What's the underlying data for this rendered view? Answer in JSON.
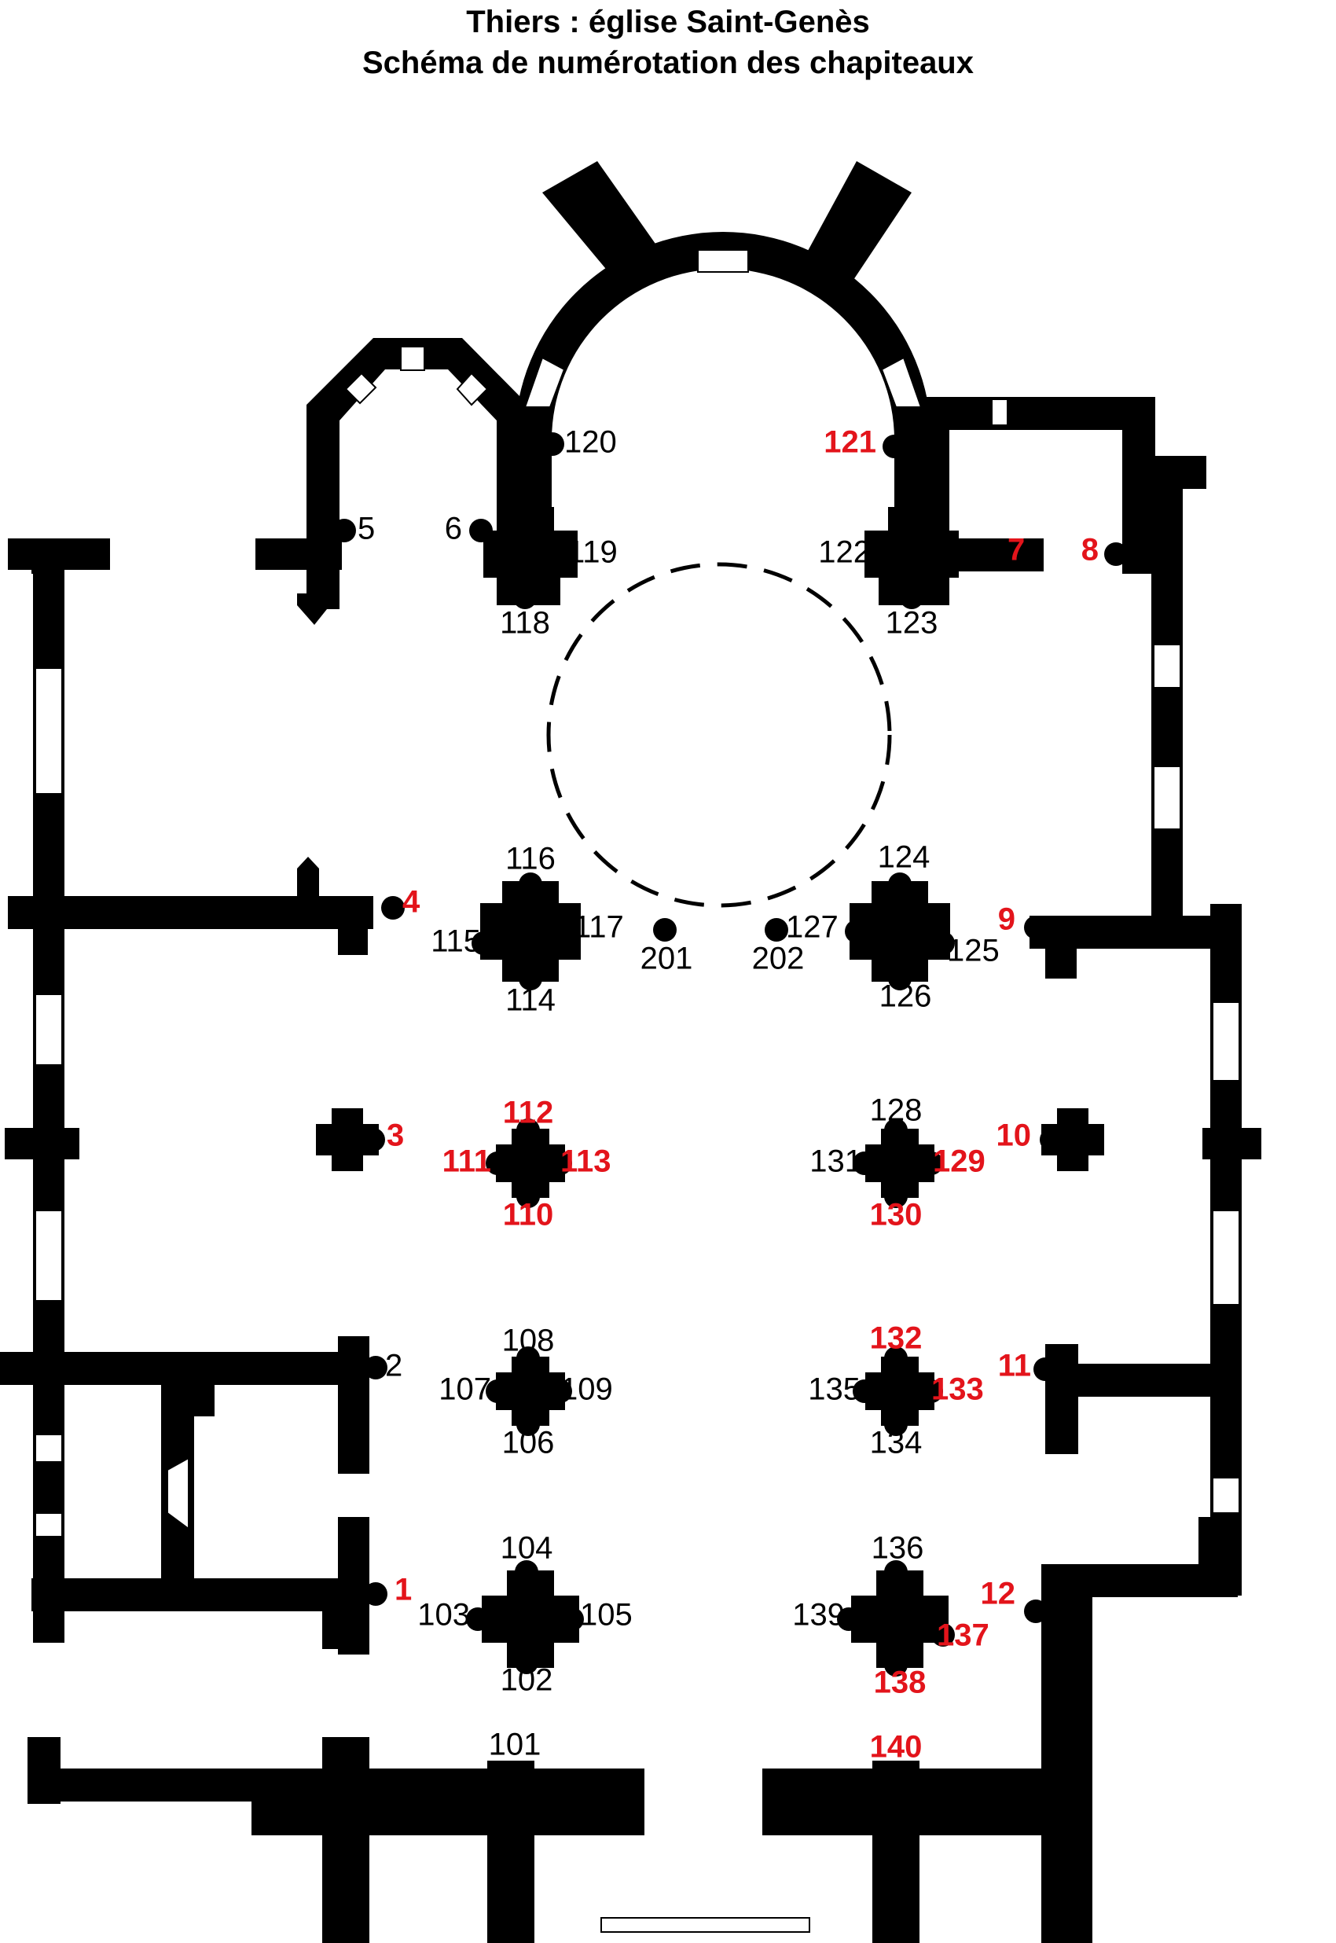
{
  "title": {
    "line1": "Thiers : église Saint-Genès",
    "line2": "Schéma de numérotation des chapiteaux"
  },
  "colors": {
    "wall": "#000000",
    "highlight": "#e3141b",
    "text": "#000000",
    "window": "#ffffff"
  },
  "capitals": [
    {
      "id": "1",
      "label": "1",
      "highlight": true
    },
    {
      "id": "2",
      "label": "2",
      "highlight": false
    },
    {
      "id": "3",
      "label": "3",
      "highlight": true
    },
    {
      "id": "4",
      "label": "4",
      "highlight": true
    },
    {
      "id": "5",
      "label": "5",
      "highlight": false
    },
    {
      "id": "6",
      "label": "6",
      "highlight": false
    },
    {
      "id": "7",
      "label": "7",
      "highlight": true
    },
    {
      "id": "8",
      "label": "8",
      "highlight": true
    },
    {
      "id": "9",
      "label": "9",
      "highlight": true
    },
    {
      "id": "10",
      "label": "10",
      "highlight": true
    },
    {
      "id": "11",
      "label": "11",
      "highlight": true
    },
    {
      "id": "12",
      "label": "12",
      "highlight": true
    },
    {
      "id": "101",
      "label": "101",
      "highlight": false
    },
    {
      "id": "102",
      "label": "102",
      "highlight": false
    },
    {
      "id": "103",
      "label": "103",
      "highlight": false
    },
    {
      "id": "104",
      "label": "104",
      "highlight": false
    },
    {
      "id": "105",
      "label": "105",
      "highlight": false
    },
    {
      "id": "106",
      "label": "106",
      "highlight": false
    },
    {
      "id": "107",
      "label": "107",
      "highlight": false
    },
    {
      "id": "108",
      "label": "108",
      "highlight": false
    },
    {
      "id": "109",
      "label": "109",
      "highlight": false
    },
    {
      "id": "110",
      "label": "110",
      "highlight": true
    },
    {
      "id": "111",
      "label": "111",
      "highlight": true
    },
    {
      "id": "112",
      "label": "112",
      "highlight": true
    },
    {
      "id": "113",
      "label": "113",
      "highlight": true
    },
    {
      "id": "114",
      "label": "114",
      "highlight": false
    },
    {
      "id": "115",
      "label": "115",
      "highlight": false
    },
    {
      "id": "116",
      "label": "116",
      "highlight": false
    },
    {
      "id": "117",
      "label": "117",
      "highlight": false
    },
    {
      "id": "118",
      "label": "118",
      "highlight": false
    },
    {
      "id": "119",
      "label": "119",
      "highlight": false
    },
    {
      "id": "120",
      "label": "120",
      "highlight": false
    },
    {
      "id": "121",
      "label": "121",
      "highlight": true
    },
    {
      "id": "122",
      "label": "122",
      "highlight": false
    },
    {
      "id": "123",
      "label": "123",
      "highlight": false
    },
    {
      "id": "124",
      "label": "124",
      "highlight": false
    },
    {
      "id": "125",
      "label": "125",
      "highlight": false
    },
    {
      "id": "126",
      "label": "126",
      "highlight": false
    },
    {
      "id": "127",
      "label": "127",
      "highlight": false
    },
    {
      "id": "128",
      "label": "128",
      "highlight": false
    },
    {
      "id": "129",
      "label": "129",
      "highlight": true
    },
    {
      "id": "130",
      "label": "130",
      "highlight": true
    },
    {
      "id": "131",
      "label": "131",
      "highlight": false
    },
    {
      "id": "132",
      "label": "132",
      "highlight": true
    },
    {
      "id": "133",
      "label": "133",
      "highlight": true
    },
    {
      "id": "134",
      "label": "134",
      "highlight": false
    },
    {
      "id": "135",
      "label": "135",
      "highlight": false
    },
    {
      "id": "136",
      "label": "136",
      "highlight": false
    },
    {
      "id": "137",
      "label": "137",
      "highlight": true
    },
    {
      "id": "138",
      "label": "138",
      "highlight": true
    },
    {
      "id": "139",
      "label": "139",
      "highlight": false
    },
    {
      "id": "140",
      "label": "140",
      "highlight": true
    },
    {
      "id": "201",
      "label": "201",
      "highlight": false
    },
    {
      "id": "202",
      "label": "202",
      "highlight": false
    }
  ]
}
